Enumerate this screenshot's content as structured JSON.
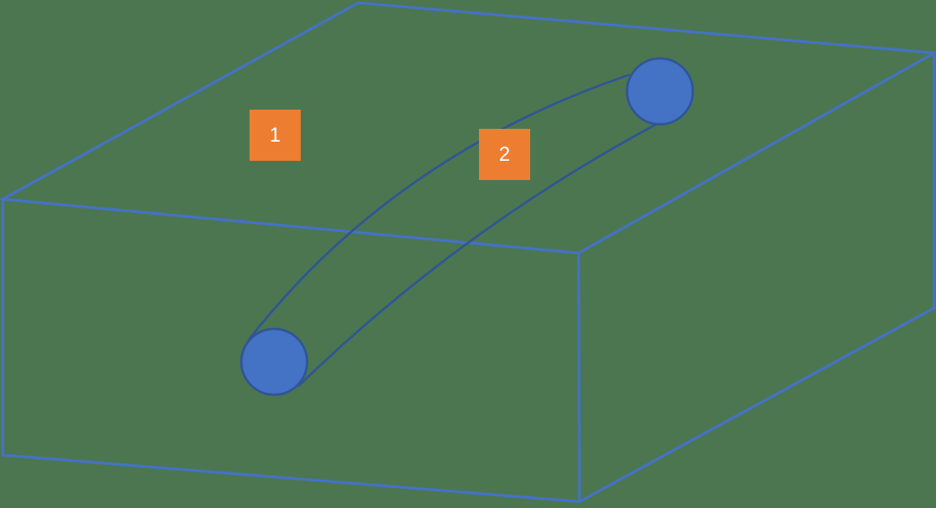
{
  "diagram": {
    "title": "3d-block-with-curved-channel",
    "description": "Perspective drawing of a rectangular block with a curved cylindrical channel passing through it between two circular ports, annotated with two numbered markers",
    "markers": [
      {
        "label": "1"
      },
      {
        "label": "2"
      }
    ],
    "colors": {
      "background": "#4C7650",
      "box_line": "#4472C4",
      "tube_line": "#2F5597",
      "port_fill": "#4472C4",
      "port_stroke": "#2F5597",
      "marker_fill": "#ED7D31",
      "marker_text": "#FFFFFF"
    }
  }
}
